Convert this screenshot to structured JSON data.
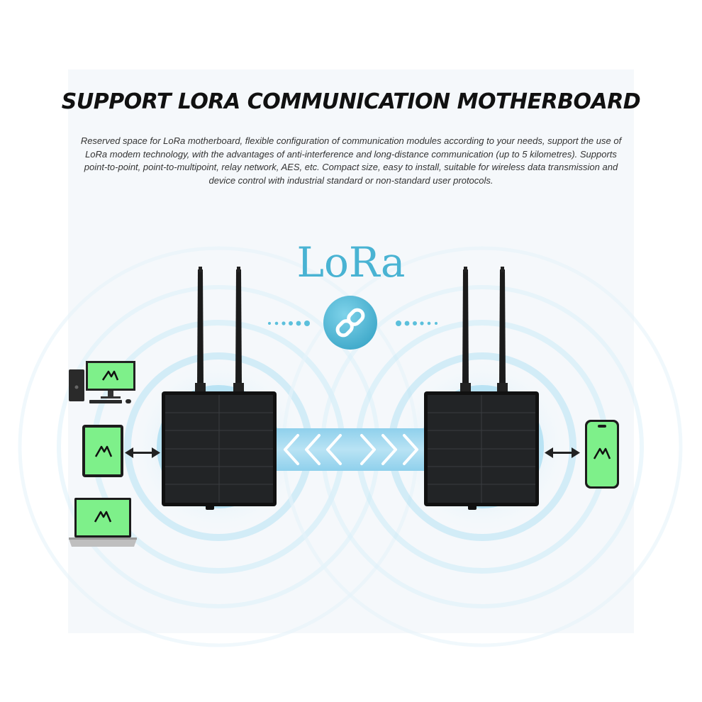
{
  "heading": "SUPPORT LORA COMMUNICATION MOTHERBOARD",
  "description": "Reserved space for LoRa motherboard, flexible configuration of communication modules according to your needs, support the use of LoRa modem technology, with the advantages of anti-interference and long-distance communication (up to 5 kilometres). Supports point-to-point, point-to-multipoint, relay network, AES, etc. Compact size, easy to install, suitable for wireless data transmission and device control with industrial standard or non-standard user protocols.",
  "logo_text": "LoRa",
  "colors": {
    "accent": "#3ea8c9",
    "wave": "#bde4f3",
    "device_screen": "#7ef08a",
    "panel_dark": "#1a1a1a",
    "background": "#f5f8fb"
  },
  "icons": [
    "link-icon",
    "desktop-computer-icon",
    "tablet-icon",
    "laptop-icon",
    "smartphone-icon",
    "double-arrow-icon",
    "chevron-left-icon",
    "chevron-right-icon",
    "antenna-icon",
    "solar-panel-icon"
  ]
}
